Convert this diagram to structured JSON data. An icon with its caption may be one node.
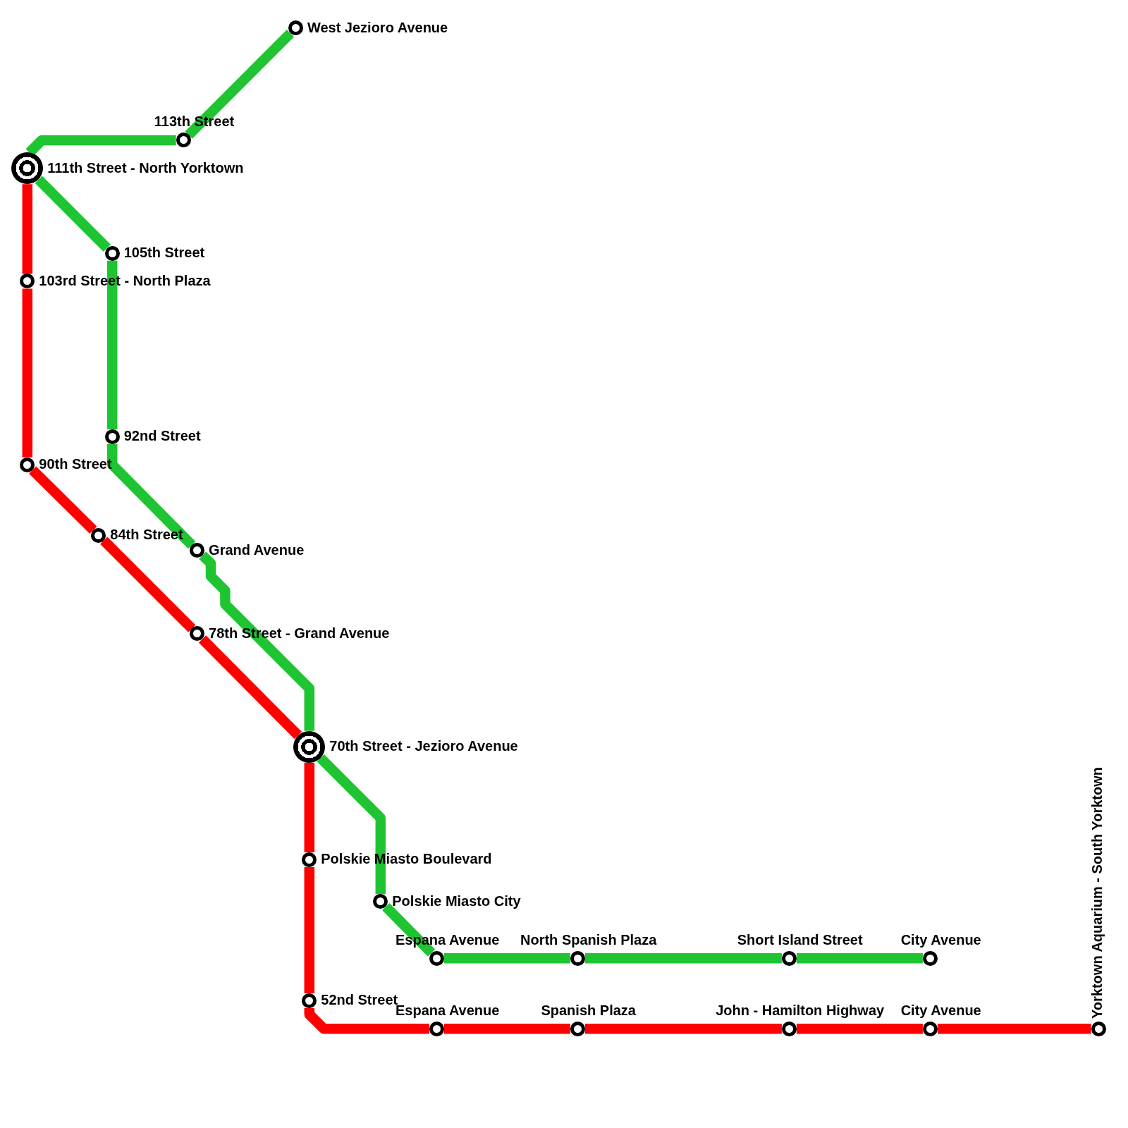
{
  "diagram": {
    "nodes": [
      {
        "text": [],
        "shape": "circle",
        "beside": [
          "West Jezioro Avenue"
        ]
      },
      {
        "text": [],
        "shape": "circle",
        "beside": [
          "113th Street"
        ]
      },
      {
        "text": [],
        "shape": "circle",
        "beside": [
          "111th Street - North Yorktown"
        ]
      },
      {
        "text": [],
        "shape": "circle",
        "beside": [
          "105th Street"
        ]
      },
      {
        "text": [],
        "shape": "circle",
        "beside": [
          "103rd Street - North Plaza"
        ]
      },
      {
        "text": [],
        "shape": "circle",
        "beside": [
          "92nd Street"
        ]
      },
      {
        "text": [],
        "shape": "circle",
        "beside": [
          "90th Street"
        ]
      },
      {
        "text": [],
        "shape": "circle",
        "beside": [
          "84th Street"
        ]
      },
      {
        "text": [],
        "shape": "circle",
        "beside": [
          "Grand Avenue"
        ]
      },
      {
        "text": [],
        "shape": "circle",
        "beside": [
          "78th Street - Grand Avenue"
        ]
      },
      {
        "text": [],
        "shape": "circle",
        "beside": [
          "70th Street - Jezioro Avenue"
        ]
      },
      {
        "text": [],
        "shape": "circle",
        "beside": [
          "Polskie Miasto Boulevard"
        ]
      },
      {
        "text": [],
        "shape": "circle",
        "beside": [
          "Polskie Miasto City"
        ]
      },
      {
        "text": [],
        "shape": "circle",
        "beside": [
          "Espana Avenue"
        ]
      },
      {
        "text": [],
        "shape": "circle",
        "beside": [
          "North Spanish Plaza"
        ]
      },
      {
        "text": [],
        "shape": "circle",
        "beside": [
          "Short Island Street"
        ]
      },
      {
        "text": [],
        "shape": "circle",
        "beside": [
          "City Avenue"
        ]
      },
      {
        "text": [],
        "shape": "circle",
        "beside": [
          "52nd Street"
        ]
      },
      {
        "text": [],
        "shape": "circle",
        "beside": [
          "Espana Avenue"
        ]
      },
      {
        "text": [],
        "shape": "circle",
        "beside": [
          "Spanish Plaza"
        ]
      },
      {
        "text": [],
        "shape": "circle",
        "beside": [
          "John - Hamilton Highway"
        ]
      },
      {
        "text": [],
        "shape": "circle",
        "beside": [
          "City Avenue"
        ]
      },
      {
        "text": [],
        "shape": "circle",
        "beside": [
          "Yorktown Aquarium - South Yorktown"
        ]
      }
    ],
    "edges": [
      {
        "from": 0,
        "to": 1,
        "arrow": "none",
        "color": "#1fc432"
      },
      {
        "from": 1,
        "to": 2,
        "arrow": "none",
        "color": "#1fc432"
      },
      {
        "from": 2,
        "to": 3,
        "arrow": "none",
        "color": "#1fc432"
      },
      {
        "from": 3,
        "to": 5,
        "arrow": "none",
        "color": "#1fc432"
      },
      {
        "from": 5,
        "to": 8,
        "arrow": "none",
        "color": "#1fc432"
      },
      {
        "from": 8,
        "to": 10,
        "arrow": "none",
        "color": "#1fc432"
      },
      {
        "from": 10,
        "to": 12,
        "arrow": "none",
        "color": "#1fc432"
      },
      {
        "from": 12,
        "to": 13,
        "arrow": "none",
        "color": "#1fc432"
      },
      {
        "from": 13,
        "to": 14,
        "arrow": "none",
        "color": "#1fc432"
      },
      {
        "from": 14,
        "to": 15,
        "arrow": "none",
        "color": "#1fc432"
      },
      {
        "from": 15,
        "to": 16,
        "arrow": "none",
        "color": "#1fc432"
      },
      {
        "from": 2,
        "to": 4,
        "arrow": "none",
        "color": "#ff0000"
      },
      {
        "from": 4,
        "to": 6,
        "arrow": "none",
        "color": "#ff0000"
      },
      {
        "from": 6,
        "to": 7,
        "arrow": "none",
        "color": "#ff0000"
      },
      {
        "from": 7,
        "to": 9,
        "arrow": "none",
        "color": "#ff0000"
      },
      {
        "from": 9,
        "to": 10,
        "arrow": "none",
        "color": "#ff0000"
      },
      {
        "from": 10,
        "to": 11,
        "arrow": "none",
        "color": "#ff0000"
      },
      {
        "from": 11,
        "to": 17,
        "arrow": "none",
        "color": "#ff0000"
      },
      {
        "from": 17,
        "to": 18,
        "arrow": "none",
        "color": "#ff0000"
      },
      {
        "from": 18,
        "to": 19,
        "arrow": "none",
        "color": "#ff0000"
      },
      {
        "from": 19,
        "to": 20,
        "arrow": "none",
        "color": "#ff0000"
      },
      {
        "from": 20,
        "to": 21,
        "arrow": "none",
        "color": "#ff0000"
      },
      {
        "from": 21,
        "to": 22,
        "arrow": "none",
        "color": "#ff0000"
      }
    ]
  }
}
